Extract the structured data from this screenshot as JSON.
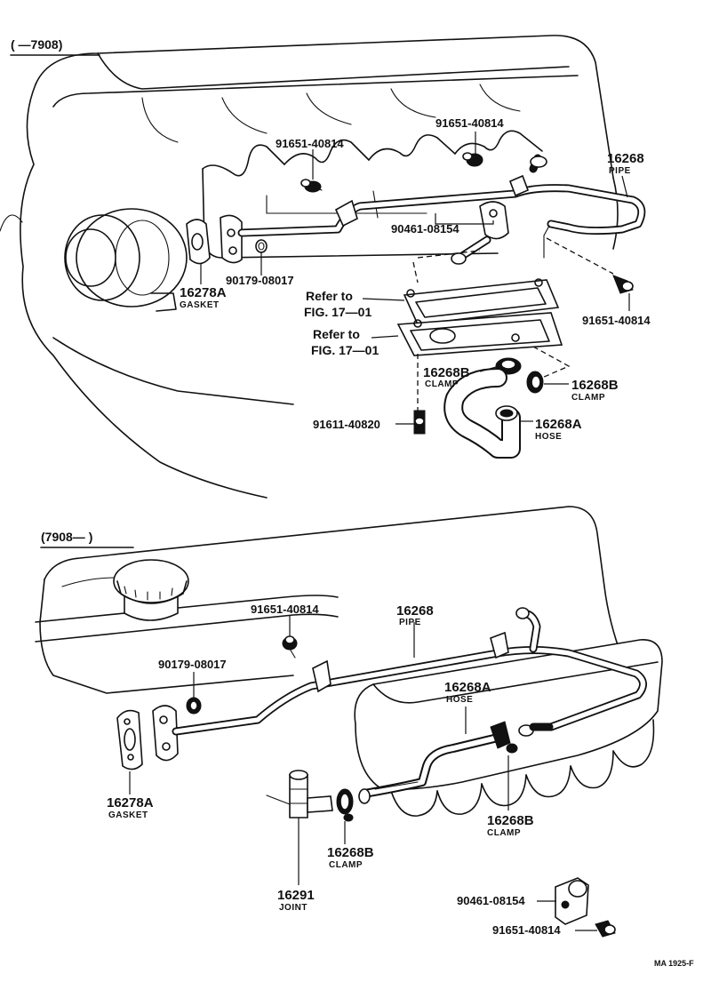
{
  "sections": {
    "top": "(      —7908)",
    "bottom": "(7908—       )"
  },
  "figure_code": "MA 1925-F",
  "top_labels": {
    "bolt_a": "91651-40814",
    "bolt_b": "91651-40814",
    "pipe_no": "16268",
    "pipe_name": "PIPE",
    "clip": "90461-08154",
    "nut": "90179-08017",
    "gasket_no": "16278A",
    "gasket_name": "GASKET",
    "bolt_c": "91651-40814",
    "refer1_a": "Refer to",
    "refer1_b": "FIG. 17—01",
    "refer2_a": "Refer to",
    "refer2_b": "FIG. 17—01",
    "clamp1_no": "16268B",
    "clamp1_name": "CLAMP",
    "clamp2_no": "16268B",
    "clamp2_name": "CLAMP",
    "hose_no": "16268A",
    "hose_name": "HOSE",
    "bolt_d": "91611-40820"
  },
  "bottom_labels": {
    "bolt_a": "91651-40814",
    "pipe_no": "16268",
    "pipe_name": "PIPE",
    "nut": "90179-08017",
    "hose_no": "16268A",
    "hose_name": "HOSE",
    "gasket_no": "16278A",
    "gasket_name": "GASKET",
    "clamp1_no": "16268B",
    "clamp1_name": "CLAMP",
    "clamp2_no": "16268B",
    "clamp2_name": "CLAMP",
    "joint_no": "16291",
    "joint_name": "JOINT",
    "clip": "90461-08154",
    "bolt_b": "91651-40814"
  }
}
